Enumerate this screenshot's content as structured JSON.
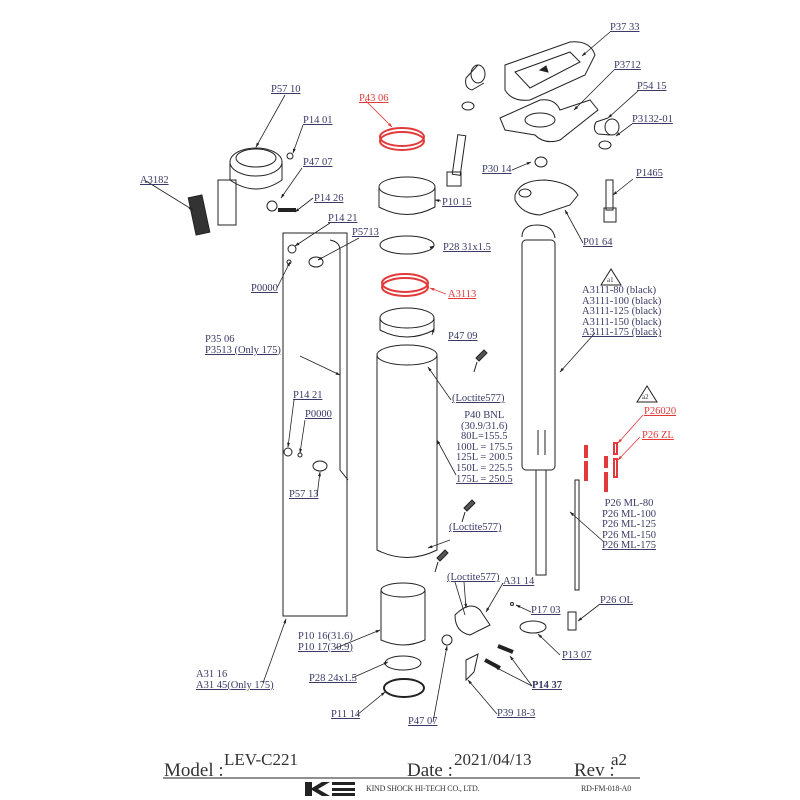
{
  "labels": {
    "p3733": "P37 33",
    "p3712": "P3712",
    "p5415": "P54 15",
    "p313201": "P3132-01",
    "p5710": "P57 10",
    "p4306": "P43 06",
    "p1401": "P14 01",
    "p4707_top": "P47 07",
    "a3182": "A3182",
    "p1426": "P14 26",
    "p3014": "P30 14",
    "p1015": "P10 15",
    "p1465": "P1465",
    "p0164": "P01 64",
    "p1421_top": "P14 21",
    "p5713": "P5713",
    "p2831": "P28 31x1.5",
    "p0000_top": "P0000",
    "a3113": "A3113",
    "p4709": "P47 09",
    "loctite_1": "(Loctite577)",
    "loctite_2": "(Loctite577)",
    "loctite_3": "(Loctite577)",
    "p1421_bot": "P14 21",
    "p0000_bot": "P0000",
    "p5713b": "P57 13",
    "p26020": "P26020",
    "p26zl": "P26 ZL",
    "a3114": "A31 14",
    "p1703": "P17 03",
    "p26ol": "P26 OL",
    "p1307": "P13 07",
    "p1437": "P14 37",
    "p3918": "P39 18-3",
    "p2824": "P28 24x1.5",
    "p1114": "P11 14",
    "p4707_bot": "P47 07"
  },
  "cable": [
    "P35 06",
    "P3513 (Only 175)"
  ],
  "a3111": {
    "badge": "a1",
    "items": [
      "A3111-80 (black)",
      "A3111-100 (black)",
      "A3111-125 (black)",
      "A3111-150 (black)",
      "A3111-175 (black)"
    ]
  },
  "p40": [
    "P40 BNL",
    "(30.9/31.6)",
    "80L=155.5",
    "100L = 175.5",
    "125L = 200.5",
    "150L = 225.5",
    "175L = 250.5"
  ],
  "p26ml": {
    "badge": "a2",
    "items": [
      "P26 ML-80",
      "P26 ML-100",
      "P26 ML-125",
      "P26 ML-150",
      "P26 ML-175"
    ]
  },
  "p10": [
    "P10 16(31.6)",
    "P10 17(30.9)"
  ],
  "a31": [
    "A31 16",
    "A31 45(Only 175)"
  ],
  "footer": {
    "model_label": "Model :",
    "model": "LEV-C221",
    "date_label": "Date :",
    "date": "2021/04/13",
    "rev_label": "Rev :",
    "rev": "a2",
    "company": "KIND SHOCK HI-TECH CO., LTD.",
    "doc_code": "RD-FM-018-A0",
    "logo_text": "KS"
  },
  "colors": {
    "line": "#222222",
    "label": "#3a3a66",
    "highlight": "#e23a3a"
  }
}
